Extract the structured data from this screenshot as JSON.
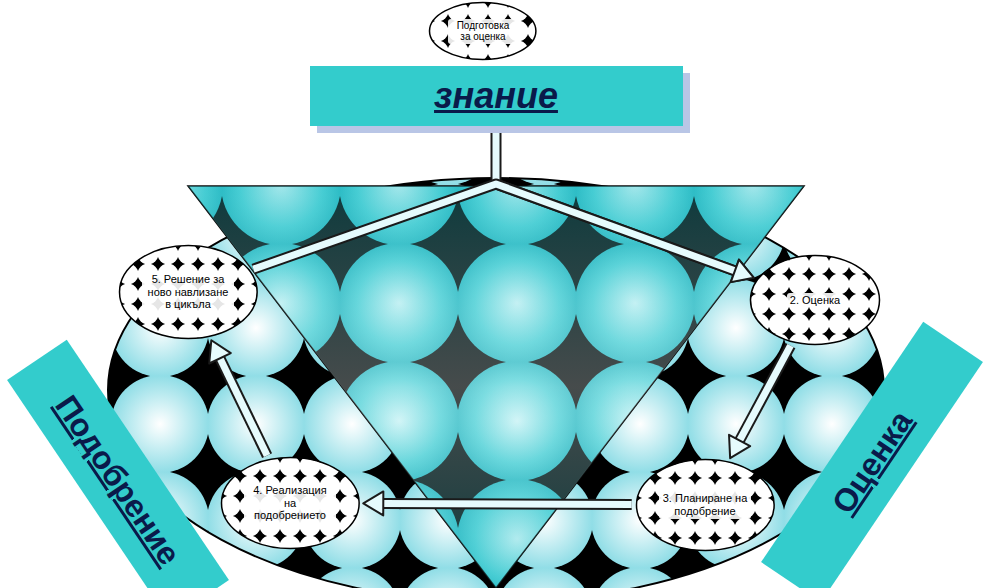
{
  "diagram": {
    "nodes": [
      {
        "text": [
          "Подготовка за оценка"
        ]
      },
      {
        "text": [
          "знание"
        ]
      },
      {
        "text": [
          "2. Оценка"
        ]
      },
      {
        "text": [
          "3. Планиране на подобрение"
        ]
      },
      {
        "text": [
          "4. Реализация на подобрението"
        ]
      },
      {
        "text": [
          "5. Решение за ново навлизане в цикъла"
        ]
      },
      {
        "text": [
          "Подобрение"
        ]
      },
      {
        "text": [
          "Оценка"
        ]
      }
    ],
    "edges": [
      {
        "from": 1,
        "to": 2,
        "arrow": "to"
      },
      {
        "from": 2,
        "to": 3,
        "arrow": "to"
      },
      {
        "from": 3,
        "to": 4,
        "arrow": "to"
      },
      {
        "from": 4,
        "to": 5,
        "arrow": "to"
      },
      {
        "from": 5,
        "to": 2,
        "arrow": "to"
      }
    ]
  }
}
